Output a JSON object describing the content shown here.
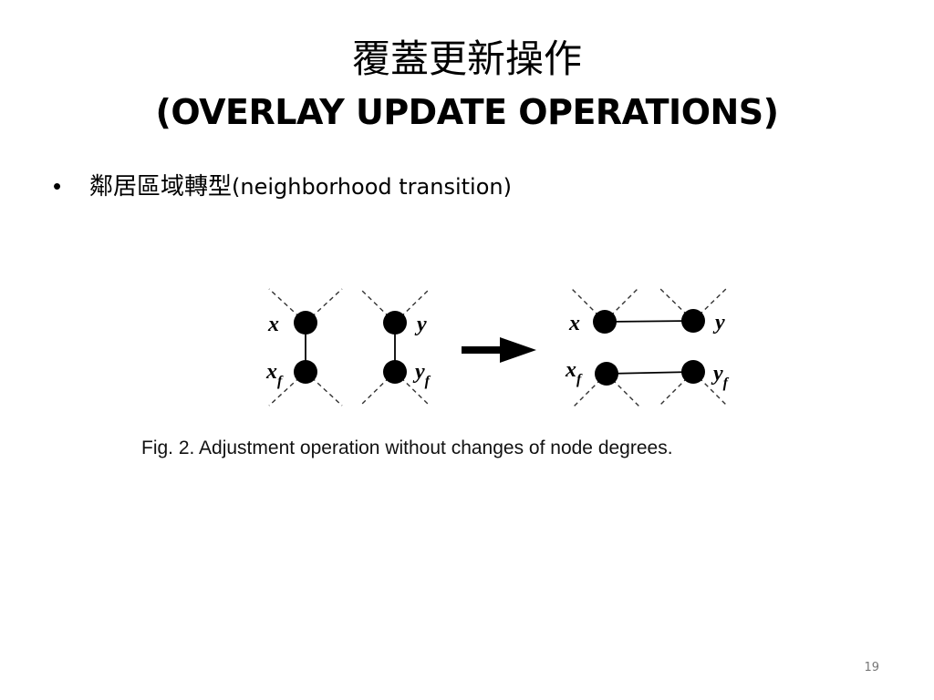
{
  "slide": {
    "title_zh": "覆蓋更新操作",
    "title_en": "(OVERLAY UPDATE OPERATIONS)",
    "bullet": {
      "marker": "•",
      "text_zh": "鄰居區域轉型",
      "text_en": "(neighborhood transition)"
    },
    "figure": {
      "labels": {
        "x": "x",
        "xf_base": "x",
        "xf_sub": "f",
        "y": "y",
        "yf_base": "y",
        "yf_sub": "f"
      },
      "caption": "Fig. 2. Adjustment operation without changes of node degrees."
    },
    "page_number": "19"
  },
  "colors": {
    "text": "#000000",
    "node": "#000000",
    "page_number": "#777777"
  }
}
